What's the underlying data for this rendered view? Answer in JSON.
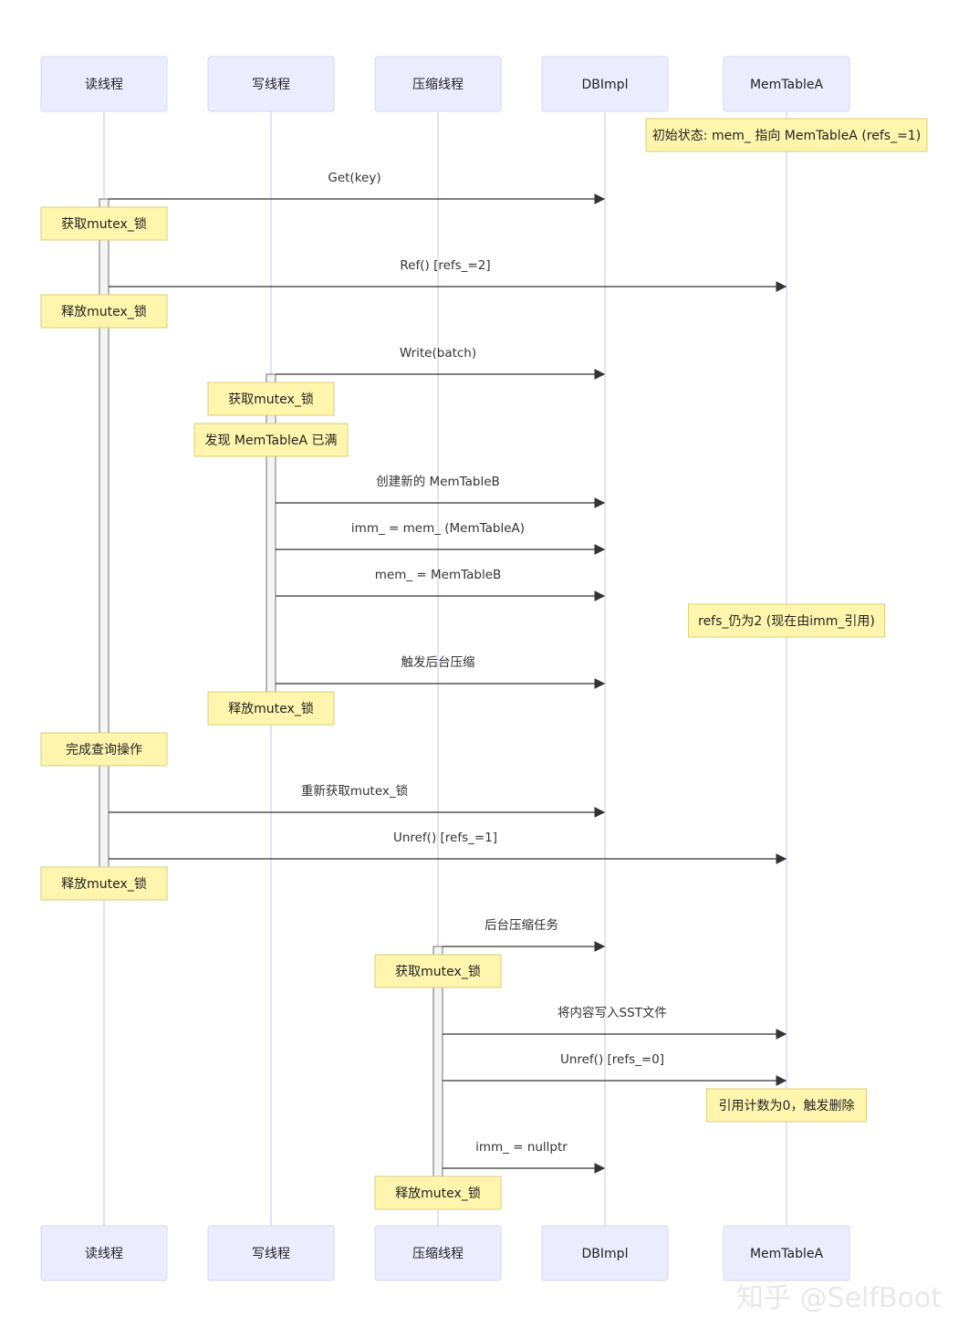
{
  "participants": [
    {
      "id": "reader",
      "label": "读线程"
    },
    {
      "id": "writer",
      "label": "写线程"
    },
    {
      "id": "compactor",
      "label": "压缩线程"
    },
    {
      "id": "dbimpl",
      "label": "DBImpl"
    },
    {
      "id": "memtable",
      "label": "MemTableA"
    }
  ],
  "events": [
    {
      "kind": "note",
      "over": "memtable",
      "text": "初始状态: mem_ 指向 MemTableA (refs_=1)"
    },
    {
      "kind": "message",
      "from": "reader",
      "to": "dbimpl",
      "text": "Get(key)"
    },
    {
      "kind": "note",
      "over": "reader",
      "text": "获取mutex_锁"
    },
    {
      "kind": "message",
      "from": "reader",
      "to": "memtable",
      "text": "Ref() [refs_=2]"
    },
    {
      "kind": "note",
      "over": "reader",
      "text": "释放mutex_锁"
    },
    {
      "kind": "message",
      "from": "writer",
      "to": "dbimpl",
      "text": "Write(batch)"
    },
    {
      "kind": "note",
      "over": "writer",
      "text": "获取mutex_锁"
    },
    {
      "kind": "note",
      "over": "writer",
      "text": "发现 MemTableA 已满"
    },
    {
      "kind": "message",
      "from": "writer",
      "to": "dbimpl",
      "text": "创建新的 MemTableB"
    },
    {
      "kind": "message",
      "from": "writer",
      "to": "dbimpl",
      "text": "imm_ = mem_ (MemTableA)"
    },
    {
      "kind": "message",
      "from": "writer",
      "to": "dbimpl",
      "text": "mem_ = MemTableB"
    },
    {
      "kind": "note",
      "over": "memtable",
      "text": "refs_仍为2 (现在由imm_引用)"
    },
    {
      "kind": "message",
      "from": "writer",
      "to": "dbimpl",
      "text": "触发后台压缩"
    },
    {
      "kind": "note",
      "over": "writer",
      "text": "释放mutex_锁"
    },
    {
      "kind": "note",
      "over": "reader",
      "text": "完成查询操作"
    },
    {
      "kind": "message",
      "from": "reader",
      "to": "dbimpl",
      "text": "重新获取mutex_锁"
    },
    {
      "kind": "message",
      "from": "reader",
      "to": "memtable",
      "text": "Unref() [refs_=1]"
    },
    {
      "kind": "note",
      "over": "reader",
      "text": "释放mutex_锁"
    },
    {
      "kind": "message",
      "from": "compactor",
      "to": "dbimpl",
      "text": "后台压缩任务"
    },
    {
      "kind": "note",
      "over": "compactor",
      "text": "获取mutex_锁"
    },
    {
      "kind": "message",
      "from": "compactor",
      "to": "memtable",
      "text": "将内容写入SST文件"
    },
    {
      "kind": "message",
      "from": "compactor",
      "to": "memtable",
      "text": "Unref() [refs_=0]"
    },
    {
      "kind": "note",
      "over": "memtable",
      "text": "引用计数为0，触发删除"
    },
    {
      "kind": "message",
      "from": "compactor",
      "to": "dbimpl",
      "text": "imm_ = nullptr"
    },
    {
      "kind": "note",
      "over": "compactor",
      "text": "释放mutex_锁"
    }
  ],
  "watermark": "知乎 @SelfBoot",
  "colors": {
    "actor_fill": "#ececff",
    "actor_border": "#d6d6f5",
    "lifeline": "#d2d2f2",
    "note_fill": "#fff5ad",
    "note_border": "#d9cf7a",
    "arrow": "#333333"
  }
}
